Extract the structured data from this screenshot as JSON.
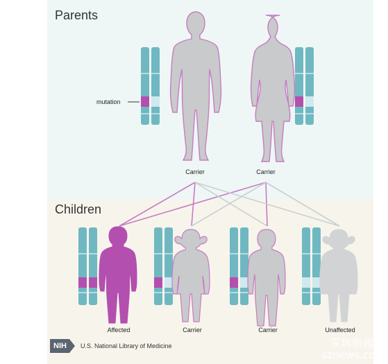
{
  "headings": {
    "parents": "Parents",
    "children": "Children"
  },
  "mutation_label": "mutation",
  "parents": [
    {
      "status": "Carrier",
      "sex": "male",
      "mutation_copies": 1
    },
    {
      "status": "Carrier",
      "sex": "female",
      "mutation_copies": 1
    }
  ],
  "children": [
    {
      "status": "Affected",
      "sex": "boy",
      "mutation_copies": 2
    },
    {
      "status": "Carrier",
      "sex": "girl",
      "mutation_copies": 1
    },
    {
      "status": "Carrier",
      "sex": "boy",
      "mutation_copies": 1
    },
    {
      "status": "Unaffected",
      "sex": "girl",
      "mutation_copies": 0
    }
  ],
  "footer": {
    "logo": "NIH",
    "text": "U.S. National Library of Medicine"
  },
  "watermark": {
    "line1": "深圳新闻网",
    "line2": "sznews.com"
  },
  "colors": {
    "chromosome": "#6fb8c2",
    "chromosome_normal_band": "#cfe9ee",
    "mutation": "#b34fae",
    "figure_gray": "#c9cacc",
    "figure_outline_carrier": "#b34fae",
    "figure_outline_unaffected": "#c9cacc",
    "affected_fill": "#b34fae",
    "line_mutation": "#c77bc2",
    "line_normal": "#c8d0d2",
    "parents_bg": "#eef7f5",
    "children_bg": "#f7f4ec"
  }
}
